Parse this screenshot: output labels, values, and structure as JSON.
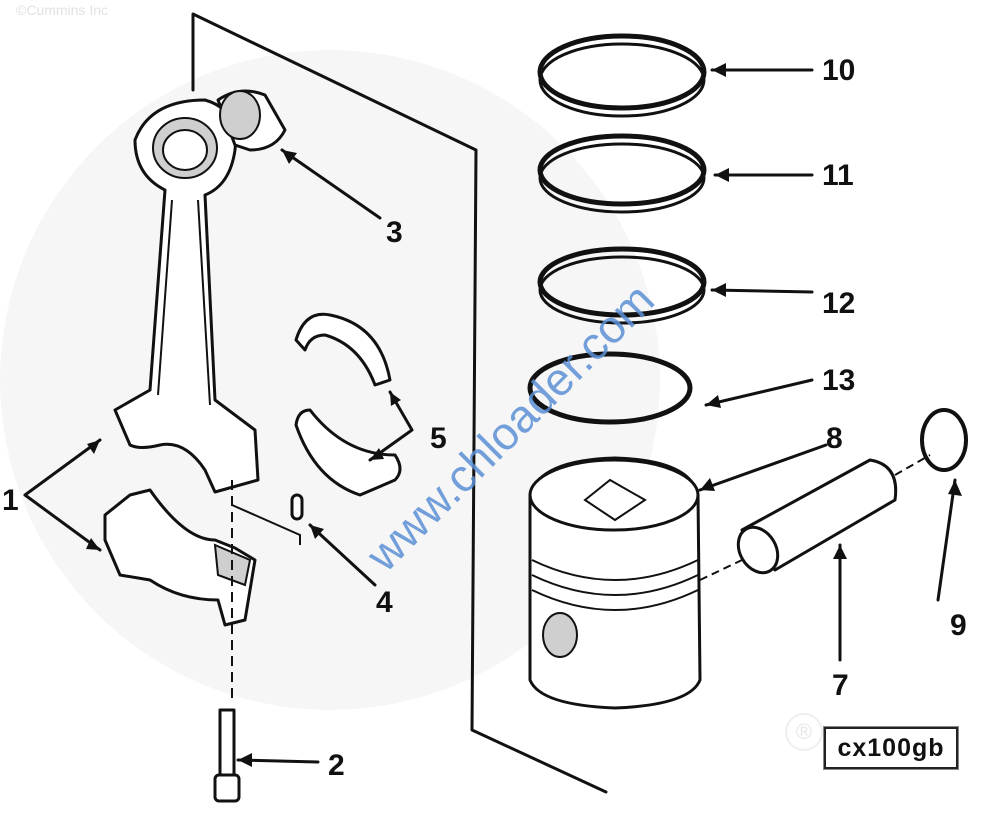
{
  "copyright": "©Cummins Inc",
  "watermark": "www.chloader.com",
  "registered_mark": "®",
  "figure_code": "cx100gb",
  "callouts": {
    "c1": "1",
    "c2": "2",
    "c3": "3",
    "c4": "4",
    "c5": "5",
    "c7": "7",
    "c8": "8",
    "c9": "9",
    "c10": "10",
    "c11": "11",
    "c12": "12",
    "c13": "13"
  }
}
